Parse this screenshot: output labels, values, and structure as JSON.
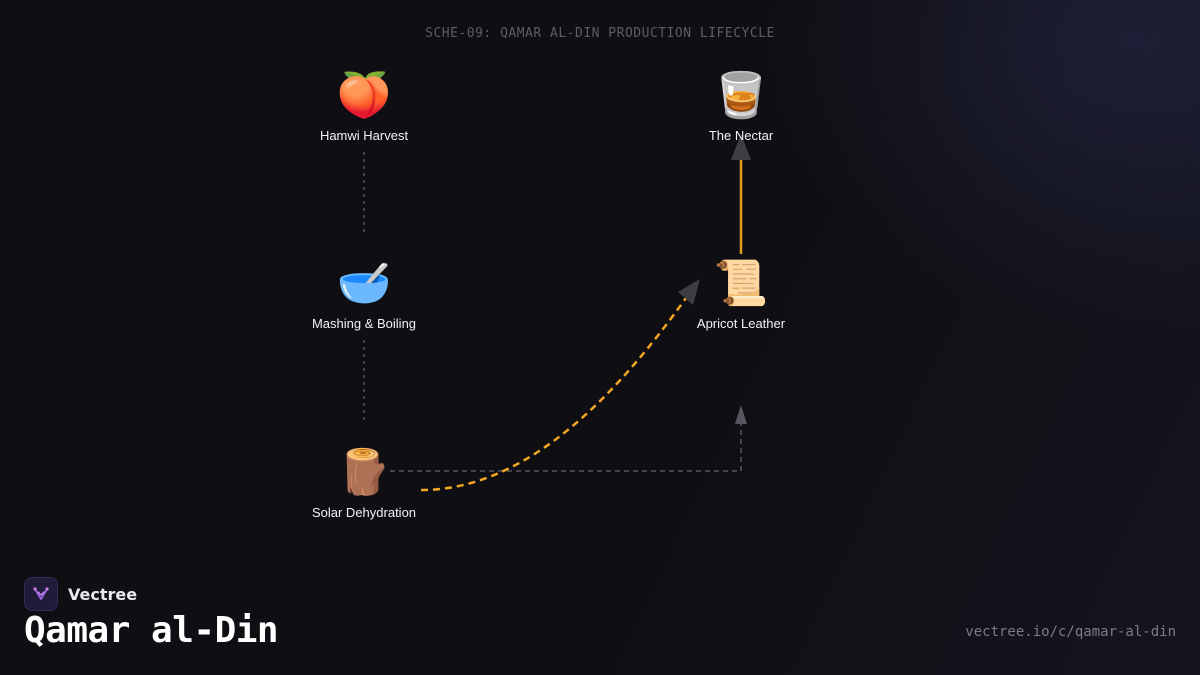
{
  "header": {
    "schema_code": "SCHE-09: QAMAR AL-DIN PRODUCTION LIFECYCLE"
  },
  "nodes": [
    {
      "id": "hamwi",
      "icon": "peach-icon",
      "emoji": "🍑",
      "label": "Hamwi Harvest"
    },
    {
      "id": "mashing",
      "icon": "bowl-icon",
      "emoji": "🥣",
      "label": "Mashing & Boiling"
    },
    {
      "id": "solar",
      "icon": "wood-log-icon",
      "emoji": "🪵",
      "label": "Solar Dehydration"
    },
    {
      "id": "leather",
      "icon": "scroll-icon",
      "emoji": "📜",
      "label": "Apricot Leather"
    },
    {
      "id": "nectar",
      "icon": "tumbler-glass-icon",
      "emoji": "🥃",
      "label": "The Nectar"
    }
  ],
  "edges": [
    {
      "from": "hamwi",
      "to": "mashing",
      "style": "dotted",
      "color": "#55565f"
    },
    {
      "from": "mashing",
      "to": "solar",
      "style": "dotted",
      "color": "#55565f"
    },
    {
      "from": "solar",
      "to": "leather",
      "style": "dashed-orthogonal",
      "color": "#55565f"
    },
    {
      "from": "solar",
      "to": "leather",
      "style": "dashed-curve",
      "color": "#f5a623"
    },
    {
      "from": "leather",
      "to": "nectar",
      "style": "solid",
      "color": "#e39a1c"
    }
  ],
  "colors": {
    "accent": "#f5a623",
    "background": "#0f0f13",
    "edge_gray": "#55565f"
  },
  "footer": {
    "brand_name": "Vectree",
    "title": "Qamar al-Din",
    "url": "vectree.io/c/qamar-al-din"
  }
}
